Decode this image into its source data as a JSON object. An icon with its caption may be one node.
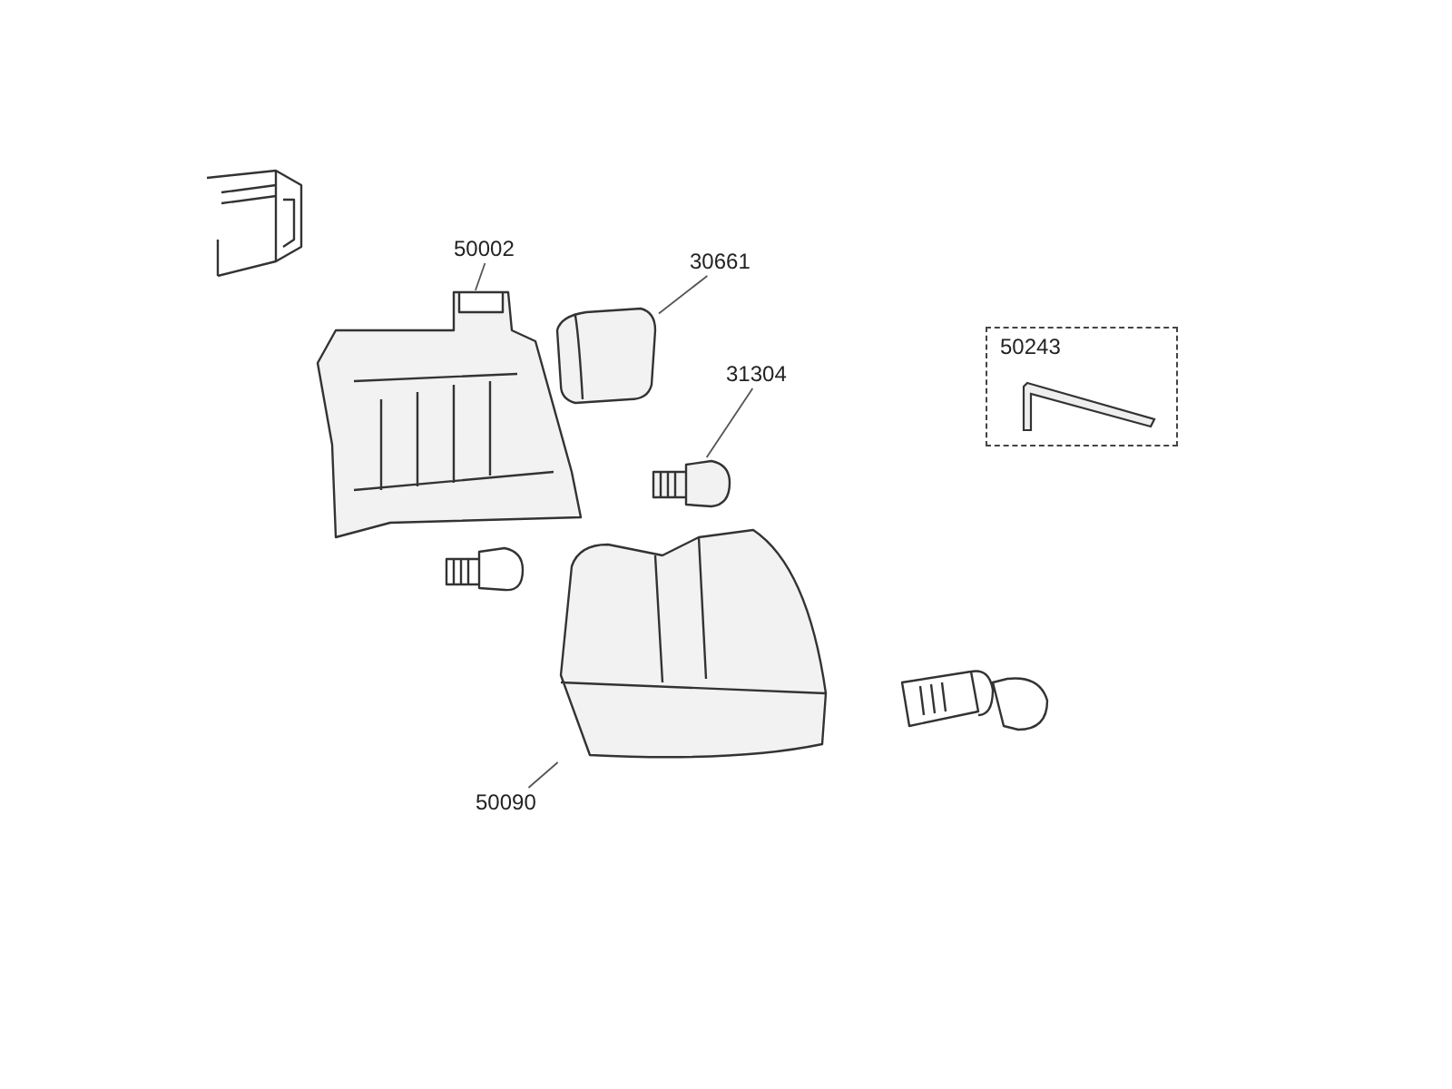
{
  "diagram": {
    "nodes": [
      {
        "text": [
          "50002"
        ]
      },
      {
        "text": [],
        "shape": "picture"
      },
      {
        "text": [
          "30661"
        ]
      },
      {
        "text": [],
        "shape": "picture"
      },
      {
        "text": [
          "31304"
        ]
      },
      {
        "text": [],
        "shape": "picture"
      },
      {
        "text": [
          "50090"
        ]
      },
      {
        "text": [],
        "shape": "picture"
      },
      {
        "text": [
          "50243"
        ]
      }
    ],
    "edges": [
      {
        "from": 0,
        "to": 1,
        "arrow": "none"
      },
      {
        "from": 2,
        "to": 3,
        "arrow": "none"
      },
      {
        "from": 4,
        "to": 5,
        "arrow": "none"
      },
      {
        "from": 6,
        "to": 7,
        "arrow": "none"
      }
    ]
  }
}
